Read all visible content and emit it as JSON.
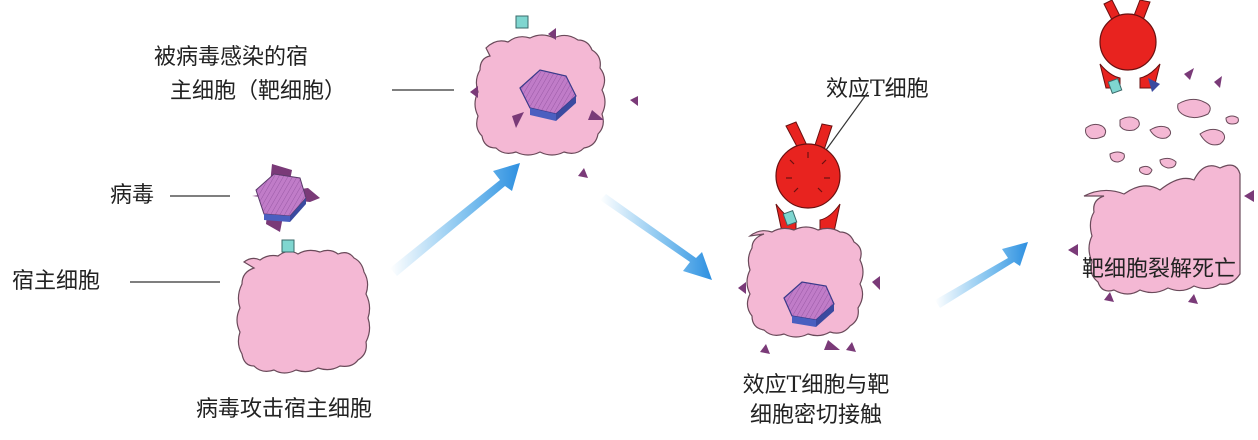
{
  "labels": {
    "infected_cell_line1": "被病毒感染的宿",
    "infected_cell_line2": "主细胞（靶细胞）",
    "virus": "病毒",
    "host_cell": "宿主细胞",
    "virus_attacks": "病毒攻击宿主细胞",
    "effector_t_cell": "效应T细胞",
    "contact_line1": "效应T细胞与靶",
    "contact_line2": "细胞密切接触",
    "lysis": "靶细胞裂解死亡"
  },
  "colors": {
    "cell_fill": "#f4b8d4",
    "cell_stroke": "#6a4a5a",
    "virus_top": "#b870c0",
    "virus_side": "#4a5fc0",
    "spike": "#7a3a78",
    "receptor": "#7fd6d0",
    "t_cell": "#e8231f",
    "arrow": "#3aa0e6"
  }
}
